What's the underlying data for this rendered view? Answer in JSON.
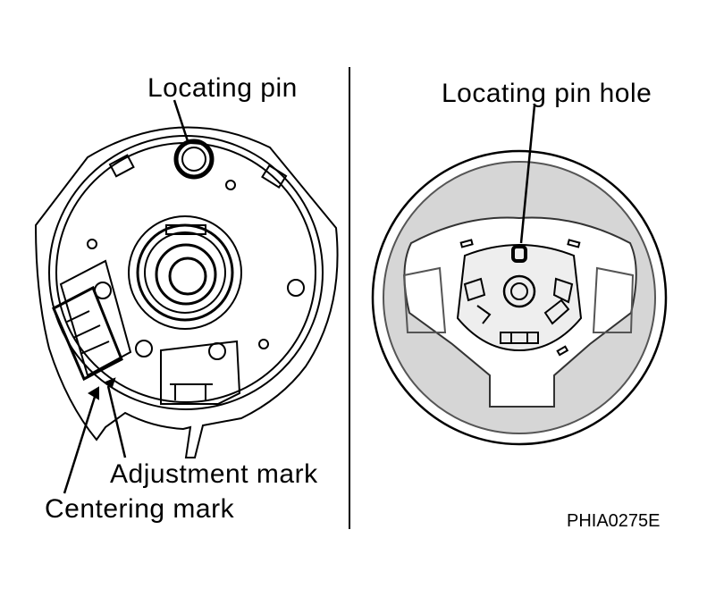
{
  "labels": {
    "locating_pin": "Locating pin",
    "locating_pin_hole": "Locating pin hole",
    "adjustment_mark": "Adjustment mark",
    "centering_mark": "Centering mark",
    "figure_code": "PHIA0275E"
  },
  "colors": {
    "ink": "#000000",
    "paper": "#ffffff",
    "wheel_grey": "#7a7a7a",
    "hub_grey": "#b0b0b0"
  }
}
